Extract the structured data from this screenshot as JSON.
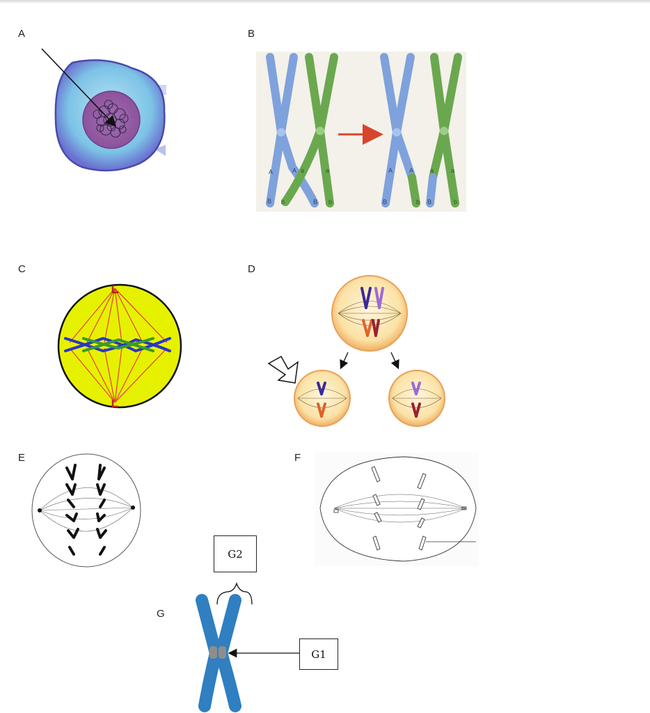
{
  "panels": {
    "a": "A",
    "b": "B",
    "c": "C",
    "d": "D",
    "e": "E",
    "f": "F",
    "g": "G"
  },
  "crossover_alleles": {
    "before": [
      "A",
      "A",
      "a",
      "a",
      "B",
      "b",
      "B",
      "b"
    ],
    "after": [
      "A",
      "A",
      "a",
      "a",
      "B",
      "b",
      "B",
      "b"
    ]
  },
  "callouts": {
    "g1": "G1",
    "g2": "G2"
  },
  "colors": {
    "nucleus": "#9b5aa6",
    "cell": "#6a8fd6",
    "chromosome_blue": "#7fa2dc",
    "chromosome_green": "#6aa84f",
    "spindle_cell": "#e6f100",
    "arrow_red": "#d9452b",
    "chromosome_g": "#2f7fc1"
  }
}
